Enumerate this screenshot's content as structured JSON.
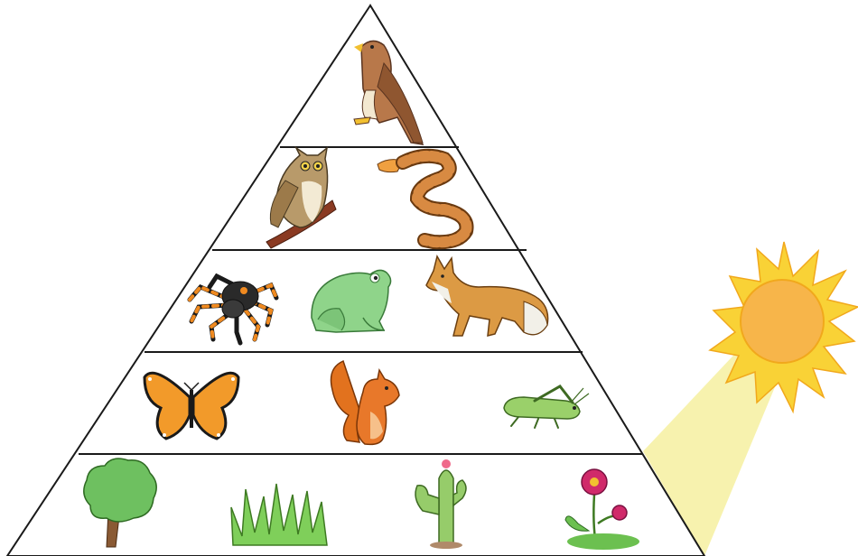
{
  "diagram": {
    "type": "ecological-pyramid",
    "levels": [
      {
        "level": 1,
        "organisms": [
          "tree",
          "grass",
          "cactus",
          "flower"
        ]
      },
      {
        "level": 2,
        "organisms": [
          "butterfly",
          "squirrel",
          "grasshopper"
        ]
      },
      {
        "level": 3,
        "organisms": [
          "spider",
          "frog",
          "fox"
        ]
      },
      {
        "level": 4,
        "organisms": [
          "owl",
          "snake"
        ]
      },
      {
        "level": 5,
        "organisms": [
          "hawk"
        ]
      }
    ],
    "energy_source": "sun"
  },
  "colors": {
    "outline": "#1a1a1a",
    "sun_core": "#f7b54a",
    "sun_rays": "#f9d236",
    "sun_beam": "#f6f0a0"
  }
}
